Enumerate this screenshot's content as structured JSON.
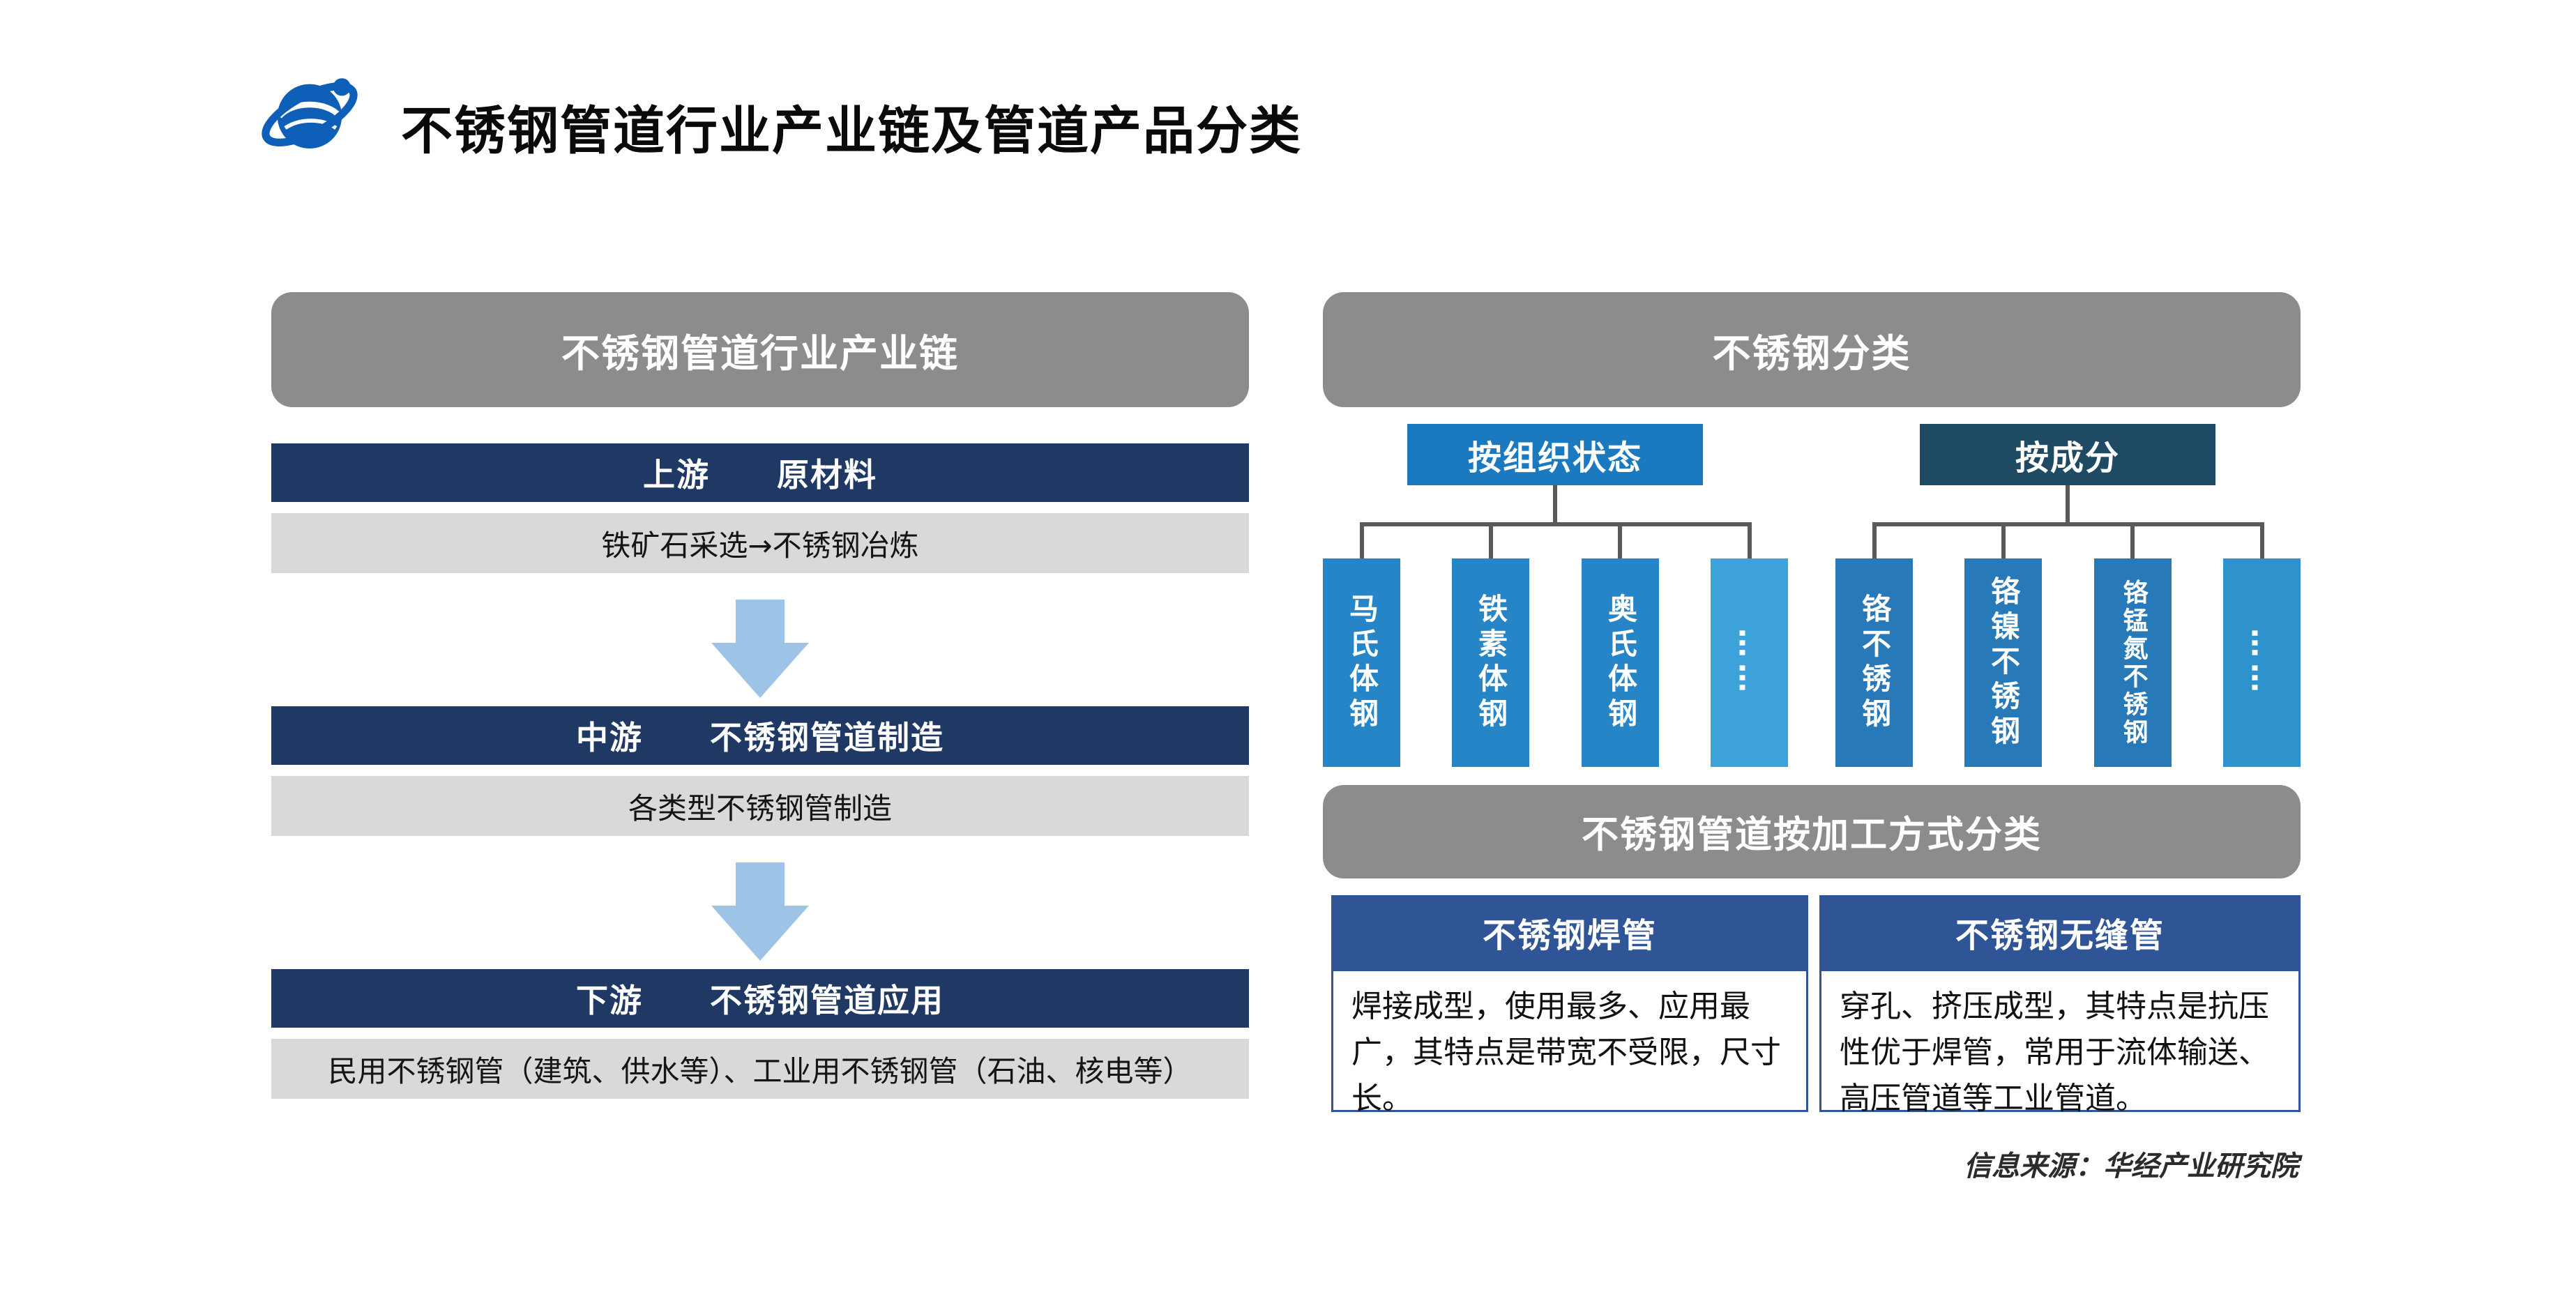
{
  "page": {
    "title": "不锈钢管道行业产业链及管道产品分类",
    "source": "信息来源：华经产业研究院"
  },
  "industry_chain": {
    "header": "不锈钢管道行业产业链",
    "stages": [
      {
        "label": "上游　　原材料",
        "desc": "铁矿石采选→不锈钢冶炼"
      },
      {
        "label": "中游　　不锈钢管道制造",
        "desc": "各类型不锈钢管制造"
      },
      {
        "label": "下游　　不锈钢管道应用",
        "desc": "民用不锈钢管（建筑、供水等）、工业用不锈钢管（石油、核电等）"
      }
    ]
  },
  "classification": {
    "header": "不锈钢分类",
    "groups": [
      {
        "label": "按组织状态",
        "items": [
          "马氏体钢",
          "铁素体钢",
          "奥氏体钢",
          "……"
        ]
      },
      {
        "label": "按成分",
        "items": [
          "铬不锈钢",
          "铬镍不锈钢",
          "铬锰氮不锈钢",
          "……"
        ]
      }
    ]
  },
  "processing": {
    "header": "不锈钢管道按加工方式分类",
    "types": [
      {
        "title": "不锈钢焊管",
        "desc": "焊接成型，使用最多、应用最广，其特点是带宽不受限，尺寸长。"
      },
      {
        "title": "不锈钢无缝管",
        "desc": "穿孔、挤压成型，其特点是抗压性优于焊管，常用于流体输送、高压管道等工业管道。"
      }
    ]
  },
  "colors": {
    "panel_header_gray": "#8c8c8c",
    "stage_bar_navy": "#1f3864",
    "stage_desc_gray": "#d9d9d9",
    "arrow_blue": "#9dc3e6",
    "structure_blue": "#1b79c0",
    "composition_navy": "#1f4a63",
    "item_blue": "#2585c6",
    "item_blue_light": "#3ea2da",
    "item_blue_dark": "#2779b8",
    "type_header_blue": "#2f5597",
    "connector_gray": "#595959",
    "logo_blue": "#0e5fb8"
  }
}
